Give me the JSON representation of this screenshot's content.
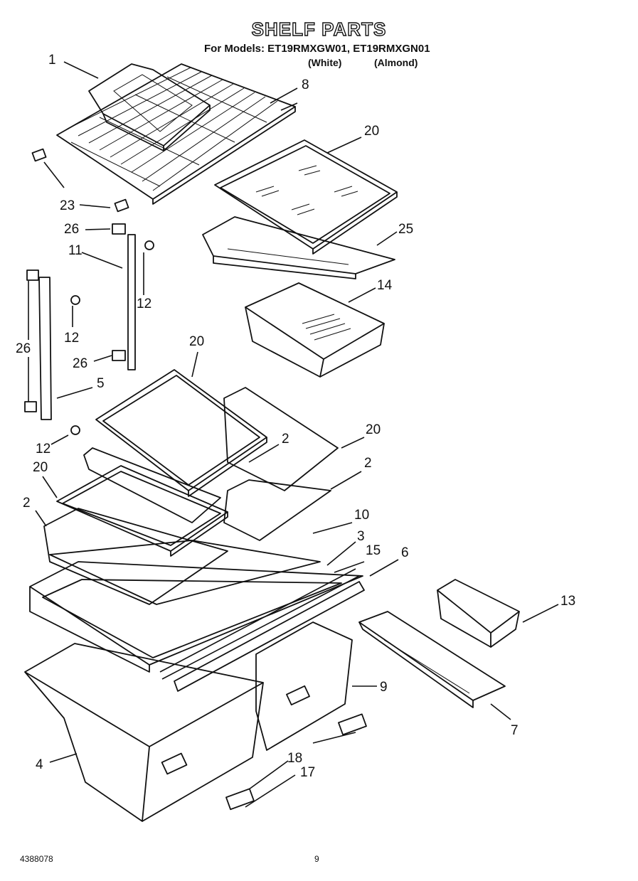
{
  "title": "SHELF PARTS",
  "models_line": "For Models: ET19RMXGW01, ET19RMXGN01",
  "finish_white": "(White)",
  "finish_almond": "(Almond)",
  "footer_left": "4388078",
  "footer_page": "9",
  "callouts": [
    {
      "id": "c1",
      "text": "1"
    },
    {
      "id": "c8",
      "text": "8"
    },
    {
      "id": "c20a",
      "text": "20"
    },
    {
      "id": "c23",
      "text": "23"
    },
    {
      "id": "c26a",
      "text": "26"
    },
    {
      "id": "c25",
      "text": "25"
    },
    {
      "id": "c11",
      "text": "11"
    },
    {
      "id": "c12a",
      "text": "12"
    },
    {
      "id": "c14",
      "text": "14"
    },
    {
      "id": "c12b",
      "text": "12"
    },
    {
      "id": "c26b",
      "text": "26"
    },
    {
      "id": "c26c",
      "text": "26"
    },
    {
      "id": "c20b",
      "text": "20"
    },
    {
      "id": "c5",
      "text": "5"
    },
    {
      "id": "c20c",
      "text": "20"
    },
    {
      "id": "c2a",
      "text": "2"
    },
    {
      "id": "c12c",
      "text": "12"
    },
    {
      "id": "c2b",
      "text": "2"
    },
    {
      "id": "c20d",
      "text": "20"
    },
    {
      "id": "c2c",
      "text": "2"
    },
    {
      "id": "c10",
      "text": "10"
    },
    {
      "id": "c3",
      "text": "3"
    },
    {
      "id": "c15",
      "text": "15"
    },
    {
      "id": "c6",
      "text": "6"
    },
    {
      "id": "c13",
      "text": "13"
    },
    {
      "id": "c9",
      "text": "9"
    },
    {
      "id": "c7",
      "text": "7"
    },
    {
      "id": "c4",
      "text": "4"
    },
    {
      "id": "c18",
      "text": "18"
    },
    {
      "id": "c17",
      "text": "17"
    }
  ]
}
